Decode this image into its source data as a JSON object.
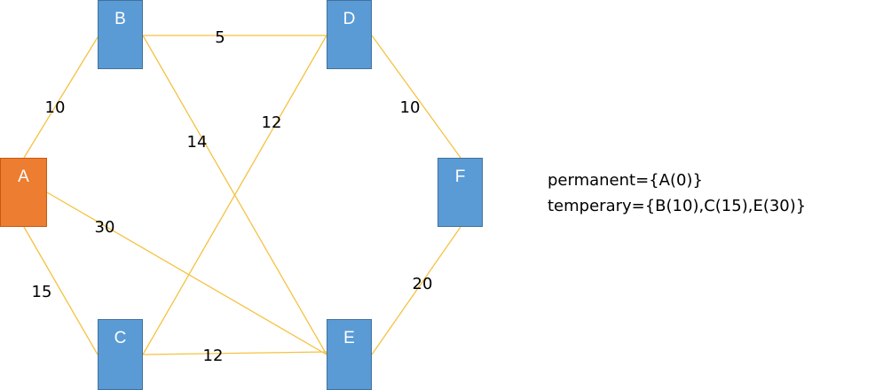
{
  "colors": {
    "edge": "#F5C242",
    "node_default": "#5B9BD5",
    "node_default_border": "#41719C",
    "node_start": "#ED7D31",
    "node_start_border": "#C55A11",
    "text": "#000000",
    "node_text": "#FFFFFF"
  },
  "graph": {
    "nodes": [
      {
        "id": "A",
        "label": "A",
        "start": true
      },
      {
        "id": "B",
        "label": "B",
        "start": false
      },
      {
        "id": "C",
        "label": "C",
        "start": false
      },
      {
        "id": "D",
        "label": "D",
        "start": false
      },
      {
        "id": "E",
        "label": "E",
        "start": false
      },
      {
        "id": "F",
        "label": "F",
        "start": false
      }
    ],
    "edges": [
      {
        "from": "A",
        "to": "B",
        "weight": "10"
      },
      {
        "from": "A",
        "to": "C",
        "weight": "15"
      },
      {
        "from": "A",
        "to": "E",
        "weight": "30"
      },
      {
        "from": "B",
        "to": "D",
        "weight": "5"
      },
      {
        "from": "B",
        "to": "E",
        "weight": "14"
      },
      {
        "from": "C",
        "to": "D",
        "weight": "12"
      },
      {
        "from": "C",
        "to": "E",
        "weight": "12"
      },
      {
        "from": "D",
        "to": "F",
        "weight": "10"
      },
      {
        "from": "E",
        "to": "F",
        "weight": "20"
      }
    ]
  },
  "sets": {
    "permanent": "permanent={A(0)}",
    "temporary": "temperary={B(10),C(15),E(30)}"
  }
}
